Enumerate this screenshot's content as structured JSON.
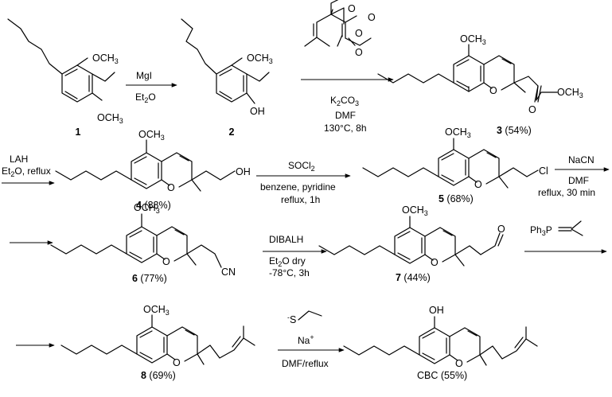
{
  "compounds": [
    {
      "id": "1",
      "label": "1",
      "yield": ""
    },
    {
      "id": "2",
      "label": "2",
      "yield": ""
    },
    {
      "id": "3",
      "label": "3",
      "yield": " (54%)"
    },
    {
      "id": "4",
      "label": "4",
      "yield": " (88%)"
    },
    {
      "id": "5",
      "label": "5",
      "yield": " (68%)"
    },
    {
      "id": "6",
      "label": "6",
      "yield": " (77%)"
    },
    {
      "id": "7",
      "label": "7",
      "yield": " (44%)"
    },
    {
      "id": "8",
      "label": "8",
      "yield": " (69%)"
    },
    {
      "id": "cbc",
      "label": "CBC",
      "yield": " (55%)"
    }
  ],
  "atoms": {
    "och3": "OCH",
    "three": "3",
    "oh": "OH",
    "o": "O",
    "cl": "Cl",
    "cn": "CN",
    "s": "S",
    "minus": "-",
    "ph": "Ph",
    "p": "P"
  },
  "steps": [
    {
      "id": "step1",
      "above": [
        "MgI"
      ],
      "below": [
        "Et2O"
      ]
    },
    {
      "id": "step2",
      "above": [],
      "below": [
        "K2CO3",
        "DMF",
        "130°C, 8h"
      ]
    },
    {
      "id": "step3",
      "above": [
        "LAH",
        "Et2O, reflux"
      ],
      "below": []
    },
    {
      "id": "step4",
      "above": [
        "SOCl2"
      ],
      "below": [
        "benzene, pyridine",
        "reflux, 1h"
      ]
    },
    {
      "id": "step5",
      "above": [
        "NaCN"
      ],
      "below": [
        "DMF",
        "reflux, 30 min"
      ]
    },
    {
      "id": "step6",
      "above": [
        "DIBALH"
      ],
      "below": [
        "Et2O dry",
        "-78°C, 3h"
      ]
    },
    {
      "id": "step7",
      "above": [
        "Ph3P=CMe2"
      ],
      "below": []
    },
    {
      "id": "step8",
      "above": [
        "Na+"
      ],
      "below": [
        "DMF/reflux"
      ]
    }
  ],
  "text": {
    "mgi": "MgI",
    "et": "Et",
    "o_et": "O",
    "two": "2",
    "k": "K",
    "co": "CO",
    "dmf": "DMF",
    "cond_130": "130°C, 8h",
    "lah": "LAH",
    "et2o_reflux_tail": "O, reflux",
    "socl": "SOCl",
    "benzene_pyridine": "benzene, pyridine",
    "reflux_1h": "reflux, 1h",
    "nacn": "NaCN",
    "reflux_30": "reflux, 30 min",
    "dibalh": "DIBALH",
    "et2o_dry_tail": "O dry",
    "cond_78": "-78°C, 3h",
    "na": "Na",
    "plus": "+",
    "dmf_reflux": "DMF/reflux"
  }
}
